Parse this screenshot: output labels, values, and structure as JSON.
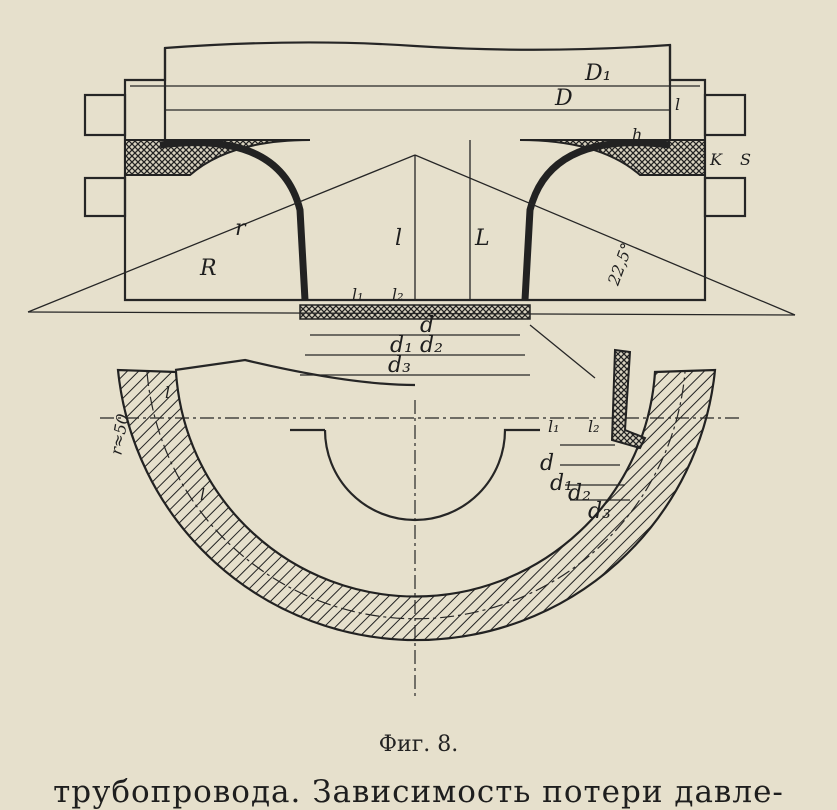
{
  "figure": {
    "caption": "Фиг. 8.",
    "labels": {
      "D1": "D₁",
      "D": "D",
      "l_top": "l",
      "h": "h",
      "K": "K",
      "S": "S",
      "r": "r",
      "R": "R",
      "l_inner": "l",
      "L": "L",
      "angle": "22,5°",
      "l1": "l₁",
      "l2": "l₂",
      "d": "d",
      "d1": "d₁",
      "d2": "d₂",
      "d3": "d₃",
      "ring_l": "l",
      "ring_r50": "r≈50",
      "ring_l2": "l",
      "det_l1": "l₁",
      "det_l2": "l₂",
      "det_d": "d",
      "det_d1": "d₁",
      "det_d2": "d₂",
      "det_d3": "d₃"
    }
  },
  "body_text": "трубопровода. Зависимость потери давле-",
  "colors": {
    "paper": "#e6e0cc",
    "ink": "#262626"
  }
}
